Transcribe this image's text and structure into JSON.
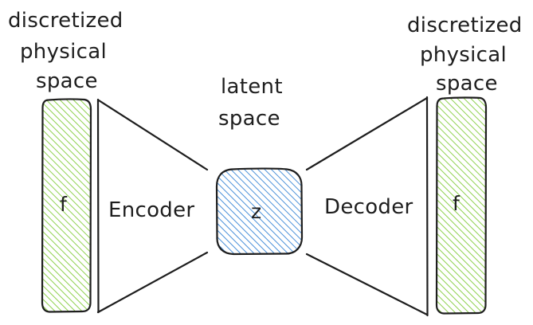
{
  "left_field": {
    "label_lines": [
      "discretized",
      "physical",
      "space"
    ],
    "symbol": "f",
    "fill_color": "#8fd14f"
  },
  "encoder": {
    "label": "Encoder"
  },
  "latent": {
    "label_lines": [
      "latent",
      "space"
    ],
    "symbol": "z",
    "fill_color": "#4a90d9"
  },
  "decoder": {
    "label": "Decoder"
  },
  "right_field": {
    "label_lines": [
      "discretized",
      "physical",
      "space"
    ],
    "symbol": "f",
    "fill_color": "#8fd14f"
  }
}
